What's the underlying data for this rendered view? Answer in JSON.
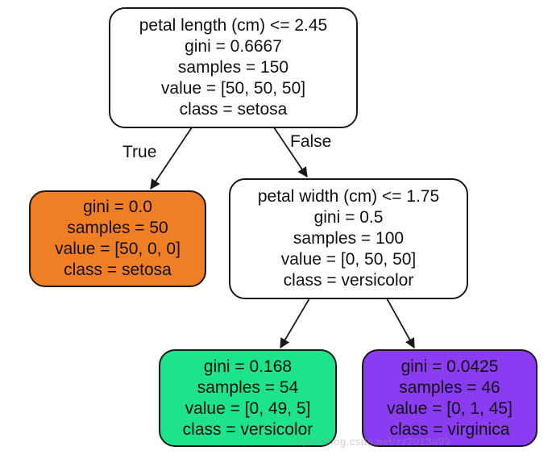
{
  "colors": {
    "leaf_setosa": "#f07e24",
    "leaf_versicolor": "#1de38a",
    "leaf_virginica": "#8a3cf2",
    "split_node": "#ffffff",
    "border": "#1a1a1a"
  },
  "tree": {
    "root": {
      "condition": "petal length (cm) <= 2.45",
      "gini": "gini = 0.6667",
      "samples": "samples = 150",
      "value": "value = [50, 50, 50]",
      "class": "class = setosa"
    },
    "left_leaf": {
      "gini": "gini = 0.0",
      "samples": "samples = 50",
      "value": "value = [50, 0, 0]",
      "class": "class = setosa"
    },
    "right_split": {
      "condition": "petal width (cm) <= 1.75",
      "gini": "gini = 0.5",
      "samples": "samples = 100",
      "value": "value = [0, 50, 50]",
      "class": "class = versicolor"
    },
    "leaf_versicolor": {
      "gini": "gini = 0.168",
      "samples": "samples = 54",
      "value": "value = [0, 49, 5]",
      "class": "class = versicolor"
    },
    "leaf_virginica": {
      "gini": "gini = 0.0425",
      "samples": "samples = 46",
      "value": "value = [0, 1, 45]",
      "class": "class = virginica"
    }
  },
  "edges": {
    "true_label": "True",
    "false_label": "False"
  },
  "watermark": "https://blog.csdn.net/zz2013a99"
}
